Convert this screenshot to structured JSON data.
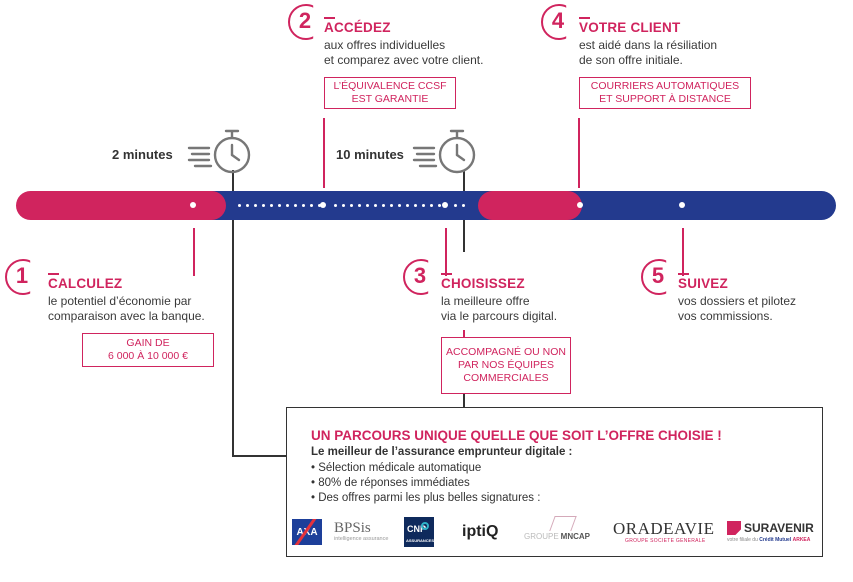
{
  "steps": [
    {
      "number": "1",
      "title": "CALCULEZ",
      "lines": [
        "le potentiel d’économie par",
        "comparaison avec la banque."
      ],
      "box": [
        "GAIN DE",
        "6 000 À 10 000 €"
      ]
    },
    {
      "number": "2",
      "title": "ACCÉDEZ",
      "lines": [
        "aux offres individuelles",
        "et comparez avec votre client."
      ],
      "box": [
        "L’ÉQUIVALENCE CCSF",
        "EST GARANTIE"
      ]
    },
    {
      "number": "3",
      "title": "CHOISISSEZ",
      "lines": [
        "la meilleure offre",
        "via le parcours digital."
      ],
      "box": [
        "ACCOMPAGNÉ OU NON",
        "PAR NOS ÉQUIPES",
        "COMMERCIALES"
      ]
    },
    {
      "number": "4",
      "title": "VOTRE CLIENT",
      "lines": [
        "est aidé dans la résiliation",
        "de son offre initiale."
      ],
      "box": [
        "COURRIERS AUTOMATIQUES",
        "ET SUPPORT À DISTANCE"
      ]
    },
    {
      "number": "5",
      "title": "SUIVEZ",
      "lines": [
        "vos dossiers et pilotez",
        "vos commissions."
      ]
    }
  ],
  "timers": [
    {
      "label": "2 minutes",
      "icon": "stopwatch-icon"
    },
    {
      "label": "10 minutes",
      "icon": "stopwatch-icon"
    }
  ],
  "info": {
    "title": "UN PARCOURS UNIQUE QUELLE QUE SOIT L’OFFRE CHOISIE !",
    "subtitle": "Le meilleur de l’assurance emprunteur digitale :",
    "bullets": [
      "• Sélection médicale automatique",
      "• 80% de réponses immédiates",
      "• Des offres parmi les plus belles signatures :"
    ]
  },
  "logos": {
    "axa": "AXA",
    "bpsis": "BPSis",
    "bpsis_tag": "intelligence assurance",
    "cnp": "CNP",
    "cnp_tag": "ASSURANCES",
    "iptiq": "iptiQ",
    "mncap_prefix": "GROUPE",
    "mncap": "MNCAP",
    "oradea": "ORADEAVIE",
    "oradea_tag": "GROUPE SOCIETE GENERALE",
    "suravenir": "SURAVENIR",
    "suravenir_tag_a": "votre filiale du",
    "suravenir_tag_b": "Crédit Mutuel",
    "suravenir_tag_c": "ARKEA"
  },
  "colors": {
    "accent": "#d0245e",
    "navy": "#233a8e",
    "text": "#3a3a3a"
  }
}
